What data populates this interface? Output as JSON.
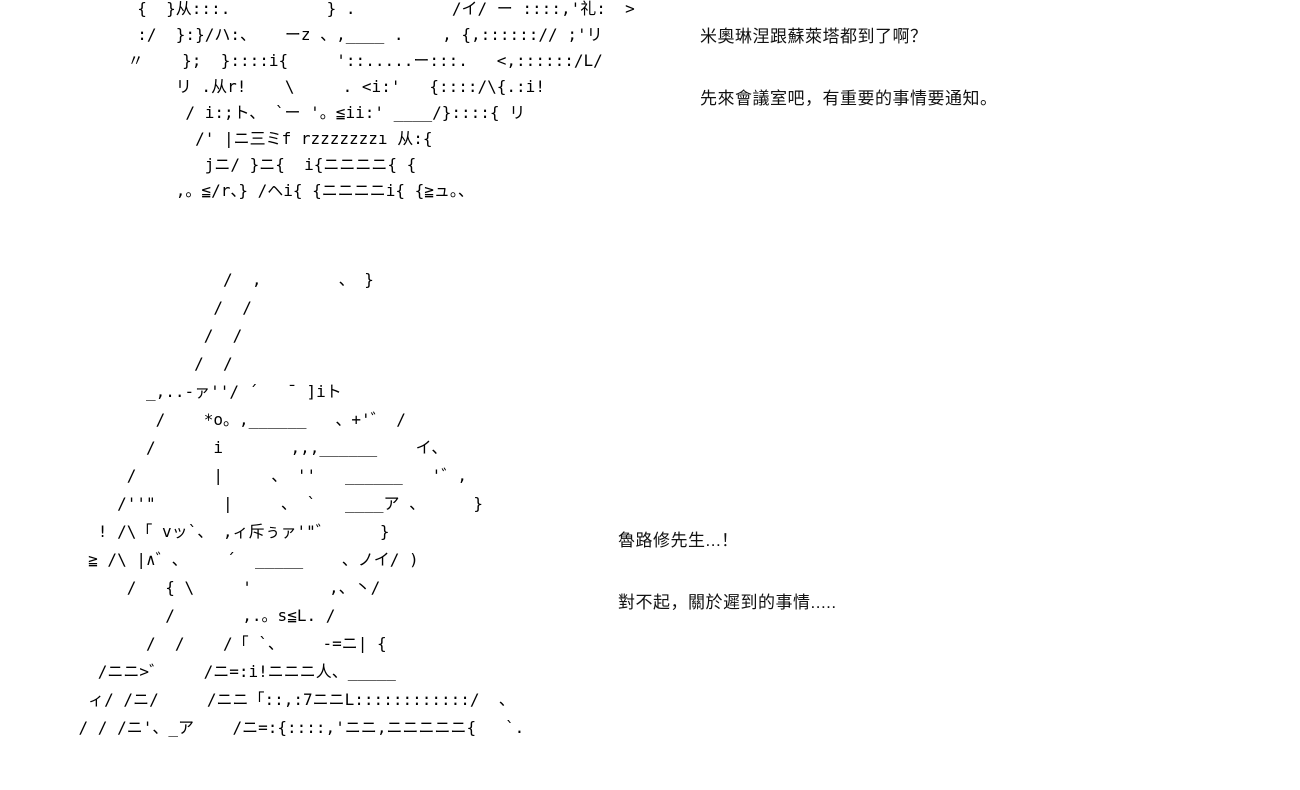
{
  "page": {
    "background_color": "#ffffff",
    "text_color": "#000000"
  },
  "panels": [
    {
      "art_name": "ascii-art-character-top",
      "art": "  {  }从:::.          } .          /イ/ ー ::::,'礼:  >\n  :/  }:}/ハ:、   ーz 、,____ .    , {,::::::// ;'リ\n 〃    };  }::::i{     '::.....ー:::.   <,::::::/L/\n      リ .从r!    \\     . <i:'   {::::/\\{.:i!\n       / i:;ト、 `ー '。≦ii:' ____/}::::{ リ\n        /' |ニ三ミf rzzzzzzzı 从:{\n         jニ/ }ニ{  i{ニニニニ{ {\n      ,。≦/r、} /ヘi{ {ニニニニi{ {≧ュ。、",
      "dialogue": [
        "米奧琳涅跟蘇萊塔都到了啊？",
        "先來會議室吧，有重要的事情要通知。"
      ]
    },
    {
      "art_name": "ascii-art-character-bottom",
      "art": "                   /  ,        、 }\n                  /  /\n                 /  /\n                /  /\n           _,..-ァ''/ ´   ̄  ]iト\n            /    *o。,______   、+'゛ /\n           /      i       ,,,______    イ、\n         /        |     、 ''   ______   '゛,\n        /''\"       |     、 `   ____ア 、     }\n      ! /\\「 vッ`、 ,ィ斥ぅァ'\"゛     }\n     ≧ /\\ |∧゛、    ´  _____    、ノイ/ )\n         /   { \\     '        ,、丶/\n             /       ,.。s≦L. /\n           /  /    /「 `、    -=ニ| {\n      /ニニ>゛    /ニ=:i!ニニニ人、_____\n     ィ/ /ニ/     /ニニ「::,:7ニニL::::::::::::/  、\n    / / /ニ'、_ア    /ニ=:{::::,'ニニ,ニニニニニ{   `.",
      "dialogue": [
        "魯路修先生...！",
        "對不起，關於遲到的事情....."
      ]
    }
  ]
}
